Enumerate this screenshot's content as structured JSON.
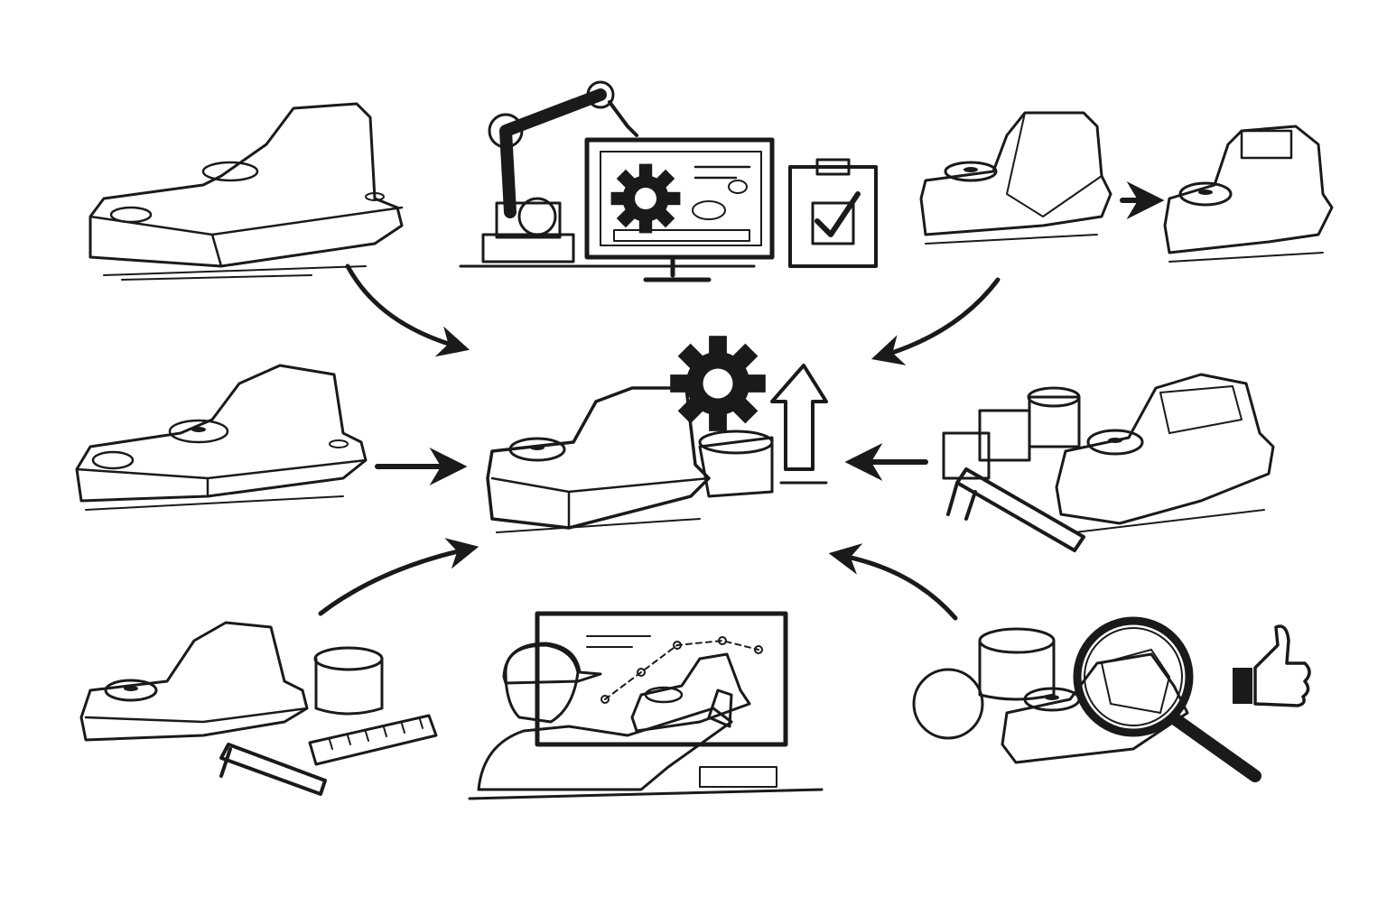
{
  "style": {
    "ink_color": "#1a1a1a",
    "background": "#ffffff",
    "shade_color": "#6b6b6b"
  },
  "nodes": [
    {
      "id": "mesh-part-top-left",
      "kind": "wireframe-mesh-part"
    },
    {
      "id": "robot-arm-monitor-checklist",
      "kind": "automated-manufacturing-station"
    },
    {
      "id": "part-iteration-top-right",
      "kind": "part-refinement-sequence"
    },
    {
      "id": "mesh-part-middle-left",
      "kind": "wireframe-mesh-part"
    },
    {
      "id": "central-optimized-part",
      "kind": "hub-part-with-gear-and-up-arrow"
    },
    {
      "id": "blocks-and-shaded-part",
      "kind": "primitive-blocks-and-part"
    },
    {
      "id": "mesh-part-with-tools",
      "kind": "mesh-part-cylinder-ruler-caliper"
    },
    {
      "id": "engineer-at-cad-screen",
      "kind": "engineer-editing-part"
    },
    {
      "id": "inspection-approved",
      "kind": "magnifier-part-thumbs-up"
    }
  ],
  "arrows": [
    {
      "from": "mesh-part-top-left",
      "to": "central-optimized-part"
    },
    {
      "from": "part-iteration-top-right",
      "to": "central-optimized-part"
    },
    {
      "from": "mesh-part-middle-left",
      "to": "central-optimized-part"
    },
    {
      "from": "blocks-and-shaded-part",
      "to": "central-optimized-part"
    },
    {
      "from": "mesh-part-with-tools",
      "to": "central-optimized-part"
    },
    {
      "from": "inspection-approved",
      "to": "central-optimized-part"
    },
    {
      "from": "part-iteration-step-1",
      "to": "part-iteration-step-2"
    }
  ]
}
